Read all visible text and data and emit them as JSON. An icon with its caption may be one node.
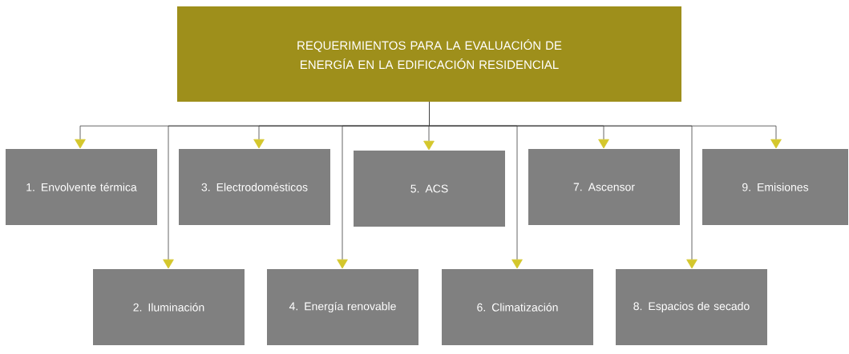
{
  "diagram": {
    "nodes": [
      {
        "text": [
          "REQUERIMIENTOS PARA LA EVALUACIÓN DE ENERGÍA EN LA EDIFICACIÓN RESIDENCIAL"
        ]
      },
      {
        "text": [
          "1. Envolvente térmica"
        ]
      },
      {
        "text": [
          "2. Iluminación"
        ]
      },
      {
        "text": [
          "3. Electrodomésticos"
        ]
      },
      {
        "text": [
          "4. Energía renovable"
        ]
      },
      {
        "text": [
          "5. ACS"
        ]
      },
      {
        "text": [
          "6. Climatización"
        ]
      },
      {
        "text": [
          "7. Ascensor"
        ]
      },
      {
        "text": [
          "8. Espacios de secado"
        ]
      },
      {
        "text": [
          "9. Emisiones"
        ]
      }
    ],
    "edges": [
      {
        "from": 0,
        "to": 1,
        "arrow": "to"
      },
      {
        "from": 0,
        "to": 2,
        "arrow": "to"
      },
      {
        "from": 0,
        "to": 3,
        "arrow": "to"
      },
      {
        "from": 0,
        "to": 4,
        "arrow": "to"
      },
      {
        "from": 0,
        "to": 5,
        "arrow": "to"
      },
      {
        "from": 0,
        "to": 6,
        "arrow": "to"
      },
      {
        "from": 0,
        "to": 7,
        "arrow": "to"
      },
      {
        "from": 0,
        "to": 8,
        "arrow": "to"
      },
      {
        "from": 0,
        "to": 9,
        "arrow": "to"
      }
    ]
  }
}
